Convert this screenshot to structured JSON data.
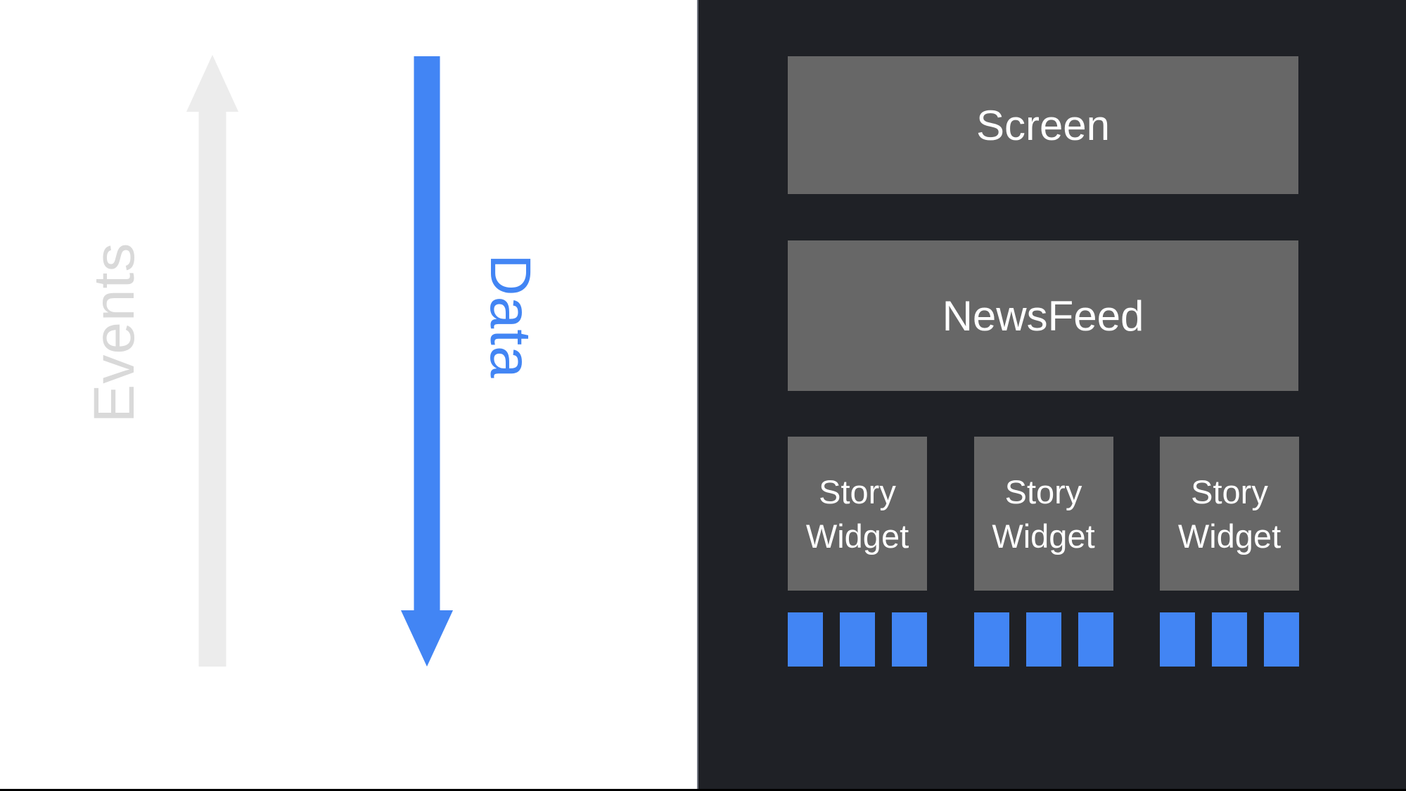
{
  "colors": {
    "background_left": "#ffffff",
    "background_right": "#1f2126",
    "box_gray": "#676767",
    "accent_blue": "#4285f4",
    "arrow_gray": "#ececec",
    "events_text_gray": "#d9d9d9"
  },
  "flow": {
    "events_label": "Events",
    "data_label": "Data"
  },
  "widget_tree": {
    "screen_label": "Screen",
    "newsfeed_label": "NewsFeed",
    "story_widgets": [
      "Story Widget",
      "Story Widget",
      "Story Widget"
    ],
    "squares_per_widget": 3
  }
}
